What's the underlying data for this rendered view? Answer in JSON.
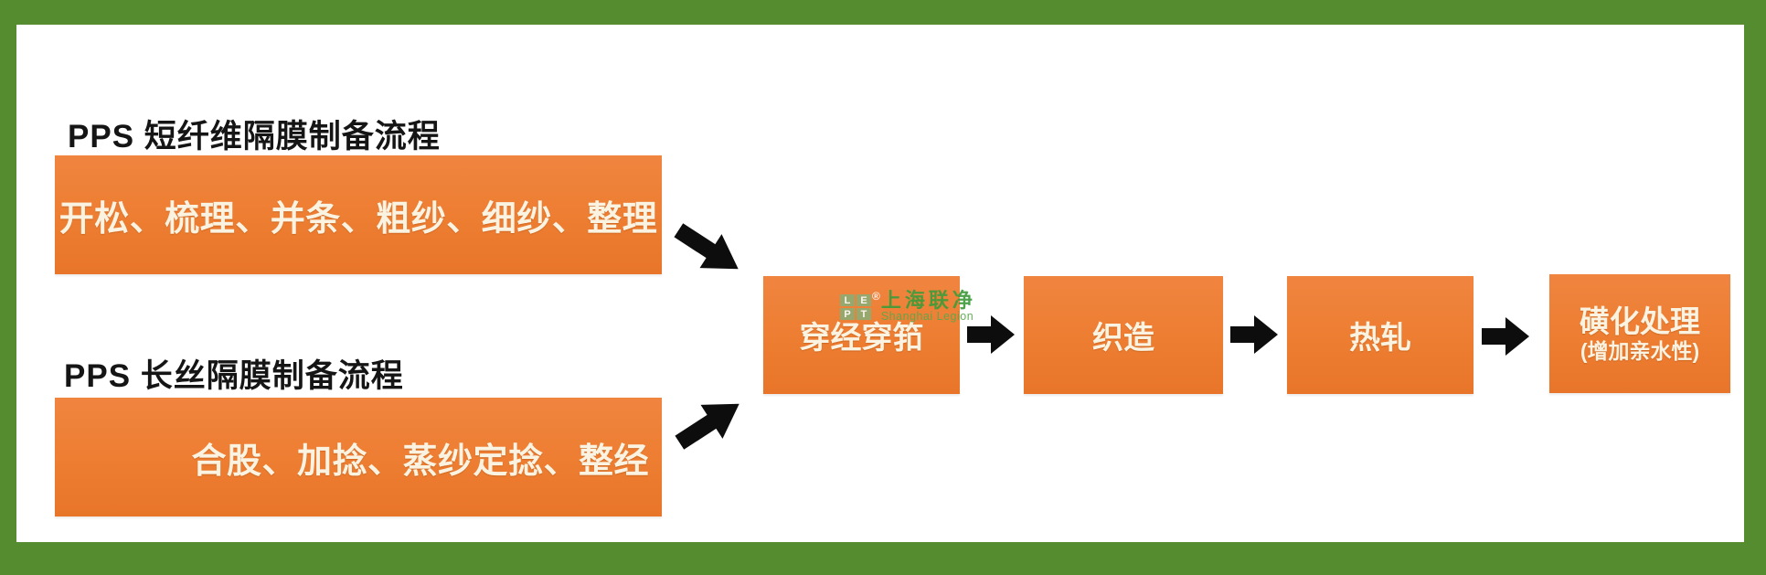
{
  "colors": {
    "frame_green": "#558C2F",
    "box_orange": "#ED7D31",
    "box_text": "#FBF3E1",
    "title_black": "#151515",
    "arrow_black": "#0D0D0D",
    "watermark_green": "#3F9C3B",
    "watermark_en_green": "#5AA84C",
    "logo_square_green": "#8FAC73"
  },
  "sections": [
    {
      "title": "PPS 短纤维隔膜制备流程",
      "box": "开松、梳理、并条、粗纱、细纱、整理"
    },
    {
      "title": "PPS 长丝隔膜制备流程",
      "box": "合股、加捻、蒸纱定捻、整经"
    }
  ],
  "flow": [
    {
      "label": "穿经穿筘"
    },
    {
      "label": "织造"
    },
    {
      "label": "热轧"
    },
    {
      "label": "磺化处理",
      "sublabel": "(增加亲水性)"
    }
  ],
  "watermark": {
    "logo_letters": [
      "L",
      "E",
      "P",
      "T"
    ],
    "registered": "®",
    "cn": "上海联净",
    "en": "Shanghai Legion"
  }
}
